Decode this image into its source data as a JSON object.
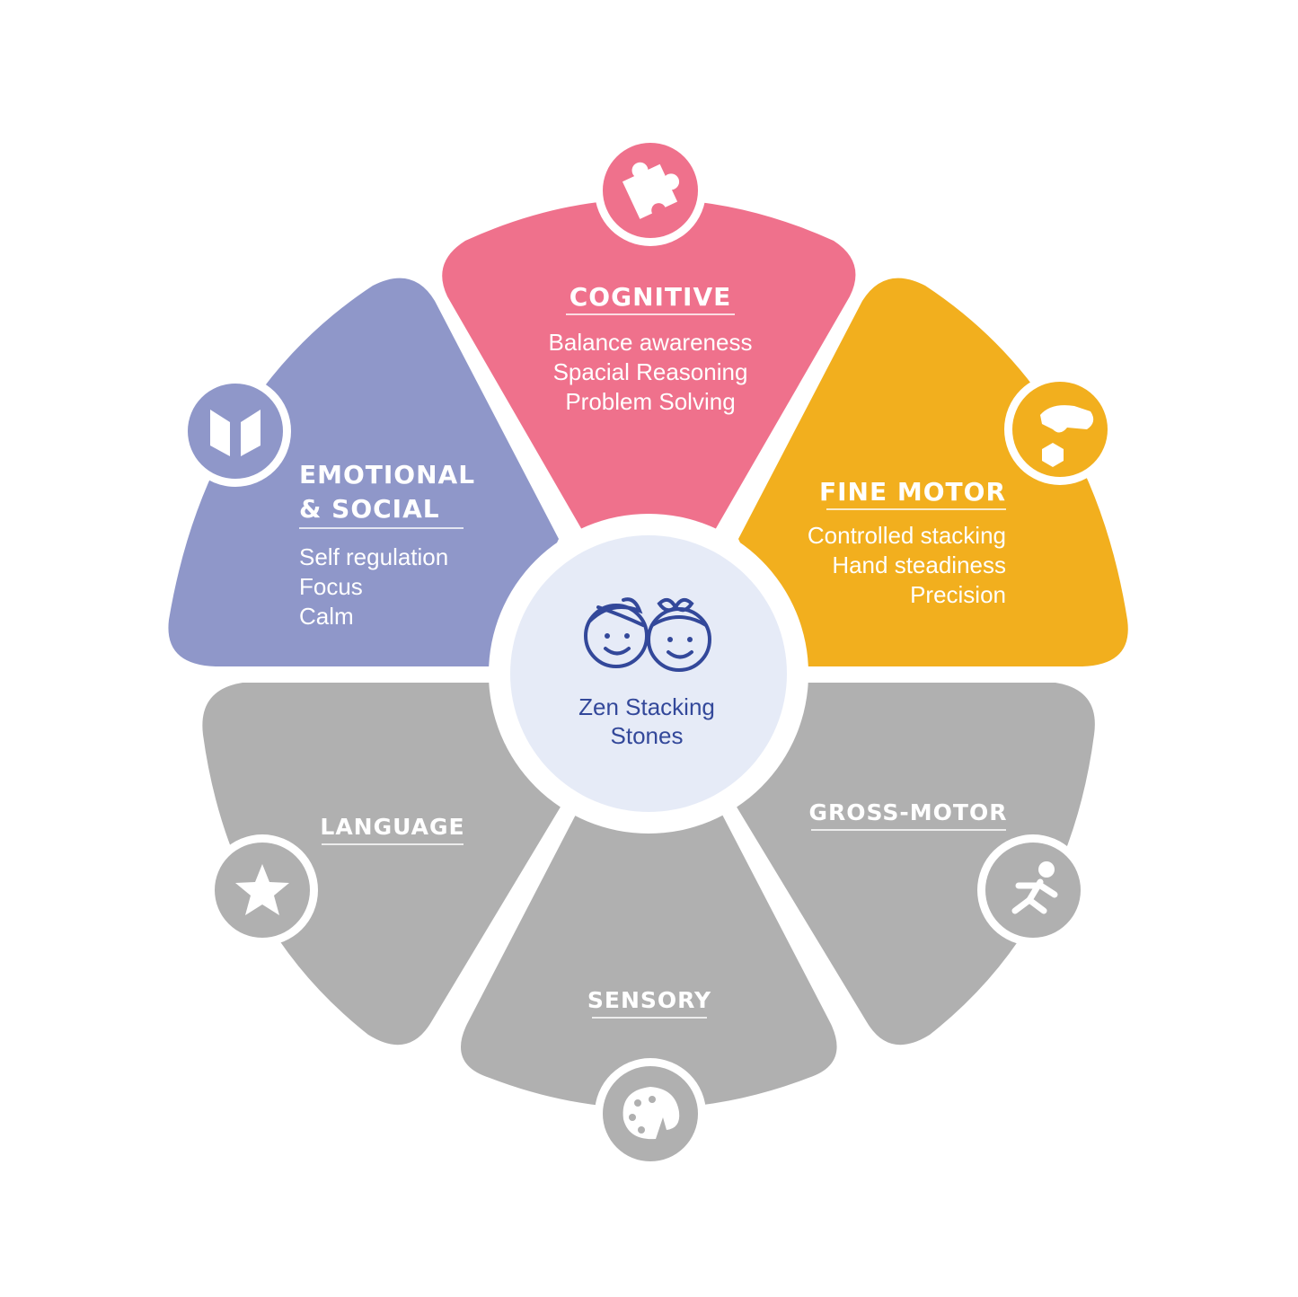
{
  "center": {
    "line1": "Zen Stacking",
    "line2": "Stones",
    "icon": "kids-faces-icon",
    "fill": "#e6ebf7",
    "text_color": "#33489a"
  },
  "petals": {
    "cognitive": {
      "title": "COGNITIVE",
      "items": [
        "Balance awareness",
        "Spacial Reasoning",
        "Problem Solving"
      ],
      "color": "#ef718c",
      "icon": "puzzle-piece-icon"
    },
    "fine_motor": {
      "title": "FINE MOTOR",
      "items": [
        "Controlled stacking",
        "Hand steadiness",
        "Precision"
      ],
      "color": "#f2af1e",
      "icon": "hand-holding-block-icon"
    },
    "emotional_social": {
      "title_line1": "EMOTIONAL",
      "title_line2": "& SOCIAL",
      "items": [
        "Self regulation",
        "Focus",
        "Calm"
      ],
      "color": "#8f97c9",
      "icon": "open-book-icon"
    },
    "language": {
      "title": "LANGUAGE",
      "color": "#b0b0b0",
      "icon": "star-icon"
    },
    "sensory": {
      "title": "SENSORY",
      "color": "#b0b0b0",
      "icon": "paint-palette-icon"
    },
    "gross_motor": {
      "title": "GROSS-MOTOR",
      "color": "#b0b0b0",
      "icon": "running-person-icon"
    }
  }
}
